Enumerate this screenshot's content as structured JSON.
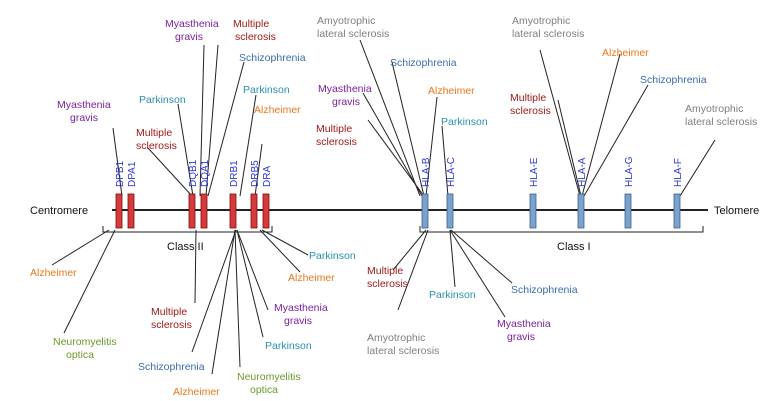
{
  "ends": {
    "left": "Centromere",
    "right": "Telomere"
  },
  "classes": {
    "class2": "Class II",
    "class1": "Class I"
  },
  "genes": {
    "dpb1": "DPB1",
    "dpa1": "DPA1",
    "dqb1": "DQB1",
    "dqa1": "DQA1",
    "drb1": "DRB1",
    "drb5": "DRB5",
    "dra": "DRA",
    "hla_b": "HLA-B",
    "hla_c": "HLA-C",
    "hla_e": "HLA-E",
    "hla_a": "HLA-A",
    "hla_g": "HLA-G",
    "hla_f": "HLA-F"
  },
  "colors": {
    "class2_gene": "#d73a3a",
    "class1_gene": "#7aa2cf",
    "myasthenia_gravis": "#7a1fa2",
    "multiple_sclerosis": "#a01818",
    "schizophrenia": "#3a6cb0",
    "parkinson": "#2a8fb0",
    "alzheimer": "#e8781e",
    "als": "#808080",
    "neuromyelitis_optica": "#6a9a2a",
    "gene_label": "#2b35d6"
  },
  "diseases": {
    "mg": "Myasthenia",
    "mg2": "gravis",
    "ms": "Multiple",
    "ms2": "sclerosis",
    "scz": "Schizophrenia",
    "pk": "Parkinson",
    "alz": "Alzheimer",
    "als": "Amyotrophic",
    "als2": "lateral sclerosis",
    "nmo": "Neuromyelitis",
    "nmo2": "optica"
  }
}
